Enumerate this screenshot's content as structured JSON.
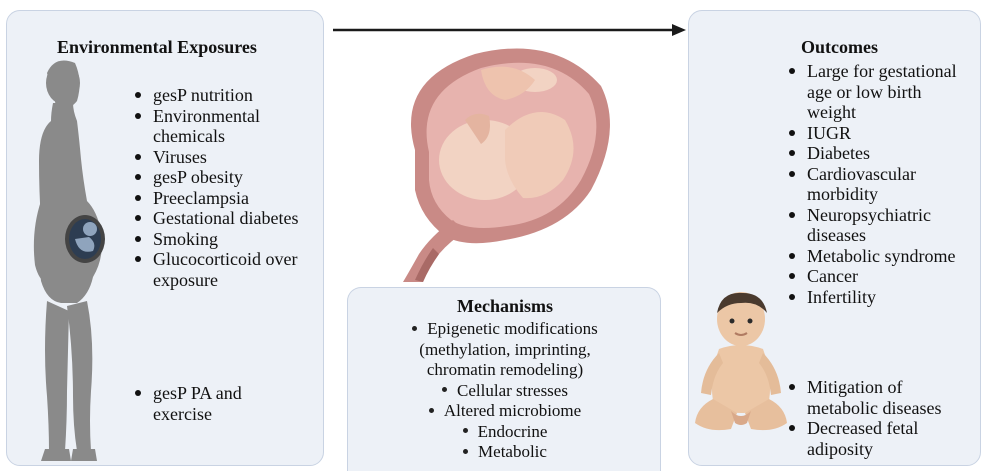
{
  "exposures": {
    "title": "Environmental Exposures",
    "items": [
      "gesP nutrition",
      "Environmental chemicals",
      "Viruses",
      "gesP obesity",
      "Preeclampsia",
      "Gestational diabetes",
      "Smoking",
      "Glucocorticoid over exposure"
    ],
    "protective": [
      "gesP PA and exercise"
    ]
  },
  "mechanisms": {
    "title": "Mechanisms",
    "items": [
      "Epigenetic modifications",
      "(methylation, imprinting,",
      "chromatin remodeling)",
      "Cellular stresses",
      "Altered microbiome",
      "Endocrine",
      "Metabolic"
    ]
  },
  "outcomes": {
    "title": "Outcomes",
    "items": [
      "Large for gestational age or low birth weight",
      "IUGR",
      "Diabetes",
      "Cardiovascular morbidity",
      "Neuropsychiatric diseases",
      "Metabolic syndrome",
      "Cancer",
      "Infertility"
    ],
    "benefits": [
      "Mitigation of metabolic diseases",
      "Decreased fetal adiposity"
    ]
  },
  "colors": {
    "panel_bg": "#edf1f7",
    "panel_border": "#c9d3e3",
    "silhouette": "#8a8a8a",
    "uterus": "#c98a86",
    "fetus": "#f2d3c3",
    "baby": "#ecc7a6",
    "arrow": "#1a1a1a"
  },
  "icons": [
    "pregnant-woman-icon",
    "uterus-fetus-icon",
    "baby-icon",
    "arrow-icon"
  ]
}
